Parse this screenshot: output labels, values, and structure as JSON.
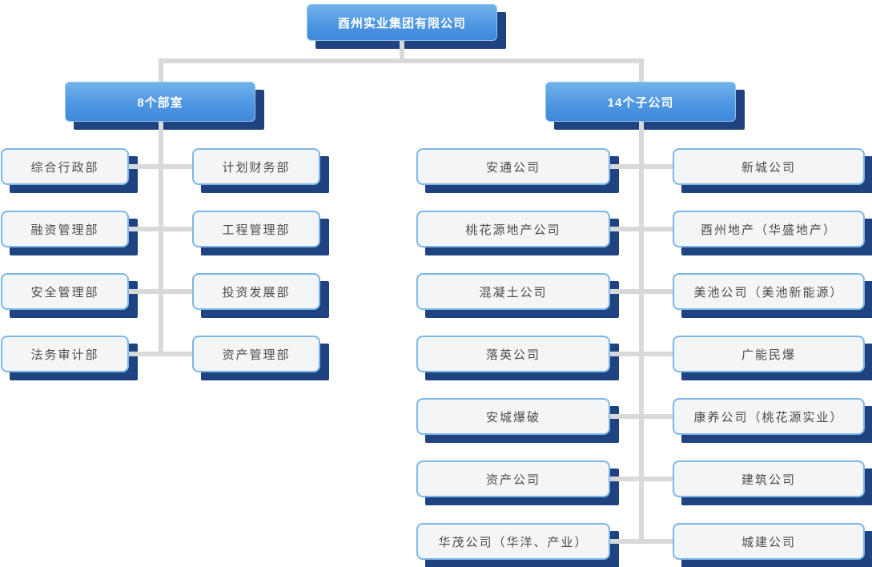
{
  "org": {
    "root": {
      "label": "酉州实业集团有限公司"
    },
    "departments": {
      "group_label": "8个部室",
      "count": 8,
      "items": [
        "综合行政部",
        "计划财务部",
        "融资管理部",
        "工程管理部",
        "安全管理部",
        "投资发展部",
        "法务审计部",
        "资产管理部"
      ]
    },
    "subsidiaries": {
      "group_label": "14个子公司",
      "count": 14,
      "items": [
        "安通公司",
        "新城公司",
        "桃花源地产公司",
        "酉州地产（华盛地产）",
        "混凝土公司",
        "美池公司（美池新能源）",
        "落英公司",
        "广能民爆",
        "安城爆破",
        "康养公司（桃花源实业）",
        "资产公司",
        "建筑公司",
        "华茂公司（华洋、产业）",
        "城建公司"
      ]
    }
  },
  "colors": {
    "group_gradient_top": "#73b3eb",
    "group_gradient_bottom": "#3f88da",
    "group_border": "#93c6f0",
    "group_text": "#ffffff",
    "shadow_navy": "#1e4380",
    "leaf_bg": "#f4f5f6",
    "leaf_border": "#7db7e9",
    "leaf_text": "#4a4b4d",
    "connector_gray": "#d9d9d9"
  }
}
